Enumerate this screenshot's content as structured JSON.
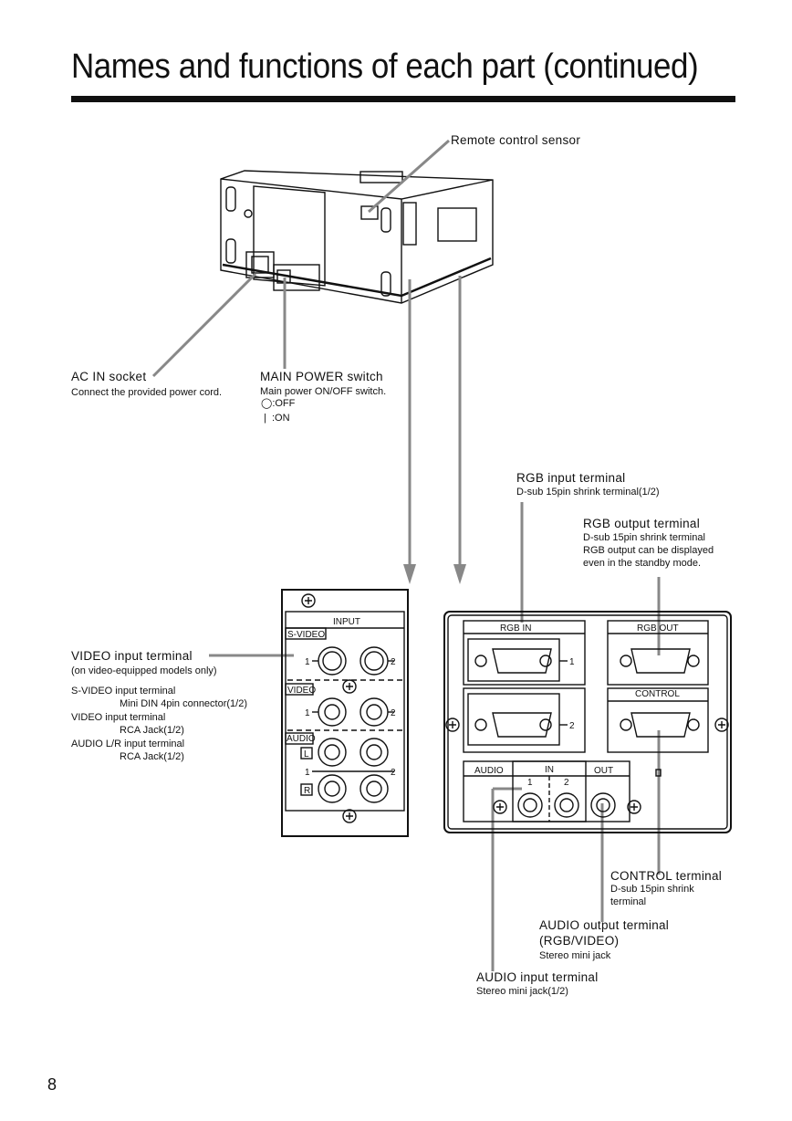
{
  "page": {
    "title": "Names and functions of each part (continued)",
    "page_number": "8"
  },
  "callouts": {
    "remote_sensor": {
      "label": "Remote control sensor"
    },
    "ac_in": {
      "label": "AC IN socket",
      "desc": "Connect the provided power cord."
    },
    "main_power": {
      "label": "MAIN POWER switch",
      "desc": "Main power ON/OFF switch.",
      "off_symbol": "◯",
      "off_text": ":OFF",
      "on_symbol": "|",
      "on_text": ":ON"
    },
    "rgb_input": {
      "label": "RGB input terminal",
      "desc": "D-sub 15pin shrink terminal(1/2)"
    },
    "rgb_output": {
      "label": "RGB output terminal",
      "desc1": "D-sub 15pin shrink terminal",
      "desc2": "RGB output can be displayed",
      "desc3": "even in the standby mode."
    },
    "video_input": {
      "label": "VIDEO input terminal",
      "desc": "(on video-equipped models only)",
      "items": [
        {
          "name": "S-VIDEO input terminal",
          "detail": "Mini DIN 4pin connector(1/2)"
        },
        {
          "name": "VIDEO input terminal",
          "detail": "RCA Jack(1/2)"
        },
        {
          "name": "AUDIO L/R input terminal",
          "detail": "RCA Jack(1/2)"
        }
      ]
    },
    "control": {
      "label": "CONTROL terminal",
      "desc1": "D-sub 15pin shrink",
      "desc2": "terminal"
    },
    "audio_output": {
      "label1": "AUDIO output terminal",
      "label2": "(RGB/VIDEO)",
      "desc": "Stereo mini jack"
    },
    "audio_input": {
      "label": "AUDIO input terminal",
      "desc": "Stereo mini jack(1/2)"
    }
  },
  "video_panel": {
    "input": "INPUT",
    "s_video": "S-VIDEO",
    "video": "VIDEO",
    "audio": "AUDIO",
    "l": "L",
    "r": "R",
    "n1": "1",
    "n2": "2"
  },
  "rgb_panel": {
    "rgb_in": "RGB IN",
    "rgb_out": "RGB  OUT",
    "control": "CONTROL",
    "audio": "AUDIO",
    "in": "IN",
    "out": "OUT",
    "n1": "1",
    "n2": "2"
  }
}
